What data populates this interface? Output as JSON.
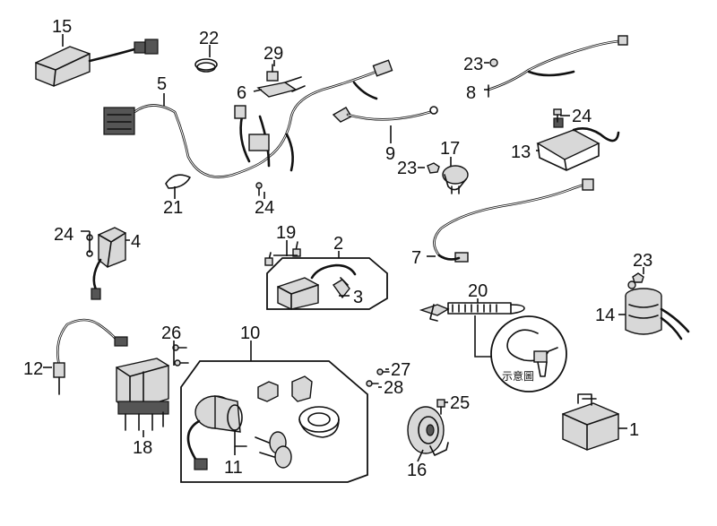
{
  "callouts": {
    "c1": "1",
    "c2": "2",
    "c3": "3",
    "c4": "4",
    "c5": "5",
    "c6": "6",
    "c7": "7",
    "c8": "8",
    "c9": "9",
    "c10": "10",
    "c11": "11",
    "c12": "12",
    "c13": "13",
    "c14": "14",
    "c15": "15",
    "c16": "16",
    "c17": "17",
    "c18": "18",
    "c19": "19",
    "c20": "20",
    "c21": "21",
    "c22": "22",
    "c23a": "23",
    "c23b": "23",
    "c23c": "23",
    "c24a": "24",
    "c24b": "24",
    "c24c": "24",
    "c25": "25",
    "c26": "26",
    "c27": "27",
    "c28": "28",
    "c29": "29"
  },
  "detail_note": "示意圖"
}
